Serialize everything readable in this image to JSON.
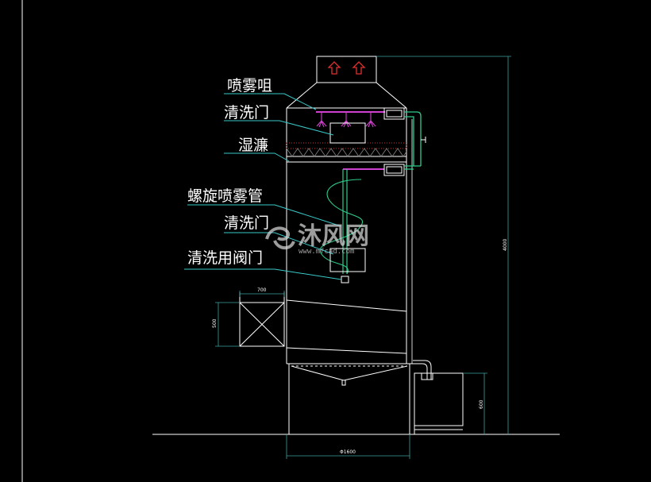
{
  "labels": {
    "spray_nozzle": "喷雾咀",
    "cleaning_door_top": "清洗门",
    "wet_curtain": "湿濂",
    "spiral_spray_pipe": "螺旋喷雾管",
    "cleaning_door_mid": "清洗门",
    "cleaning_valve": "清洗用阀门"
  },
  "dimensions": {
    "inlet_width": "700",
    "inlet_height": "500",
    "total_height": "4000",
    "pump_height": "600",
    "tower_diameter": "Φ1600"
  },
  "watermark": {
    "brand": "沐风网",
    "url": "www.mfcad.com"
  },
  "colors": {
    "background": "#000000",
    "outline": "#ffffff",
    "pipe": "#2ecc8a",
    "nozzle": "#d040d0",
    "arrow": "#e03030",
    "leader": "#39c9c9",
    "dimension": "#3aa0a0"
  }
}
